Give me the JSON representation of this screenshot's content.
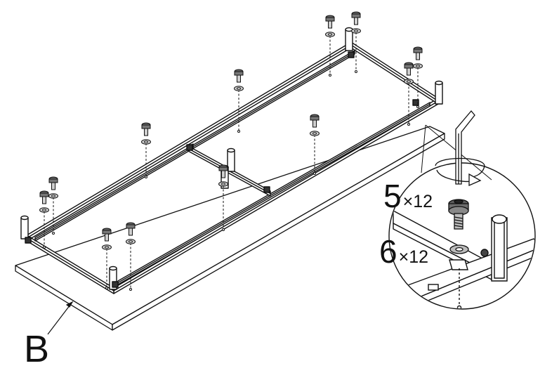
{
  "diagram": {
    "part_label": "B",
    "hardware": [
      {
        "ref": "5",
        "size": "×12",
        "icon": "hex-socket-screw-icon"
      },
      {
        "ref": "6",
        "size": "×12",
        "icon": "flat-washer-icon"
      }
    ],
    "tool_icon": "allen-key-icon",
    "rotation_icon": "rotate-arrow-icon",
    "colors": {
      "ink": "#111111",
      "fill": "#ffffff",
      "screw": "#6e6e6e"
    }
  }
}
